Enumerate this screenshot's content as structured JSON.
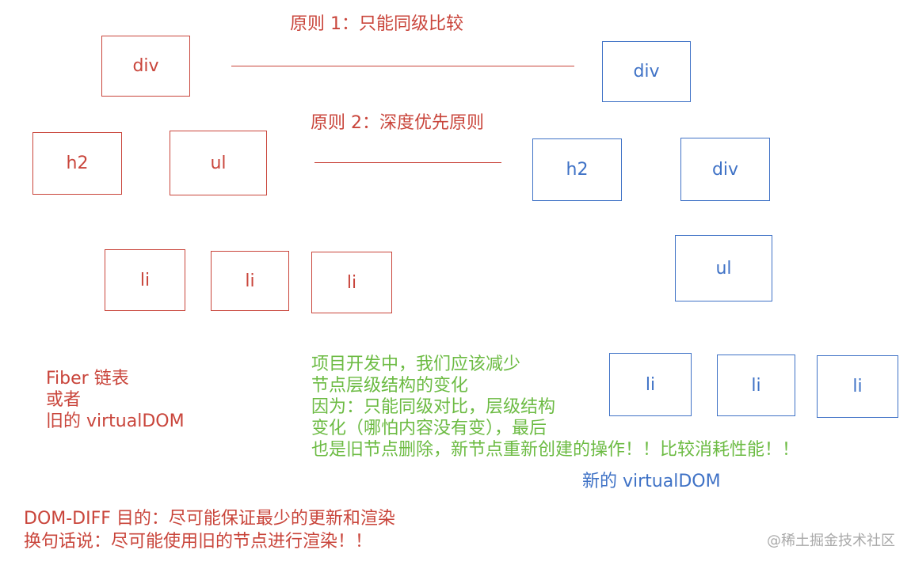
{
  "principles": {
    "p1": "原则 1：只能同级比较",
    "p2": "原则 2：深度优先原则"
  },
  "old_tree": {
    "root": "div",
    "level2": [
      "h2",
      "ul"
    ],
    "level3": [
      "li",
      "li",
      "li"
    ],
    "caption": [
      "Fiber 链表",
      "或者",
      "旧的 virtualDOM"
    ]
  },
  "new_tree": {
    "root": "div",
    "level2": [
      "h2",
      "div"
    ],
    "level3": "ul",
    "level4": [
      "li",
      "li",
      "li"
    ],
    "caption": "新的 virtualDOM"
  },
  "note": [
    "项目开发中，我们应该减少",
    "节点层级结构的变化",
    "因为：只能同级对比，层级结构",
    "变化（哪怕内容没有变），最后",
    "也是旧节点删除，新节点重新创建的操作！！比较消耗性能！！"
  ],
  "footer": [
    "DOM-DIFF 目的：尽可能保证最少的更新和渲染",
    "换句话说：尽可能使用旧的节点进行渲染！！"
  ],
  "watermark": "@稀土掘金技术社区",
  "colors": {
    "old": "#c9453b",
    "new": "#3f72c6",
    "note": "#6cbb43",
    "watermark": "#a9a9a9"
  }
}
